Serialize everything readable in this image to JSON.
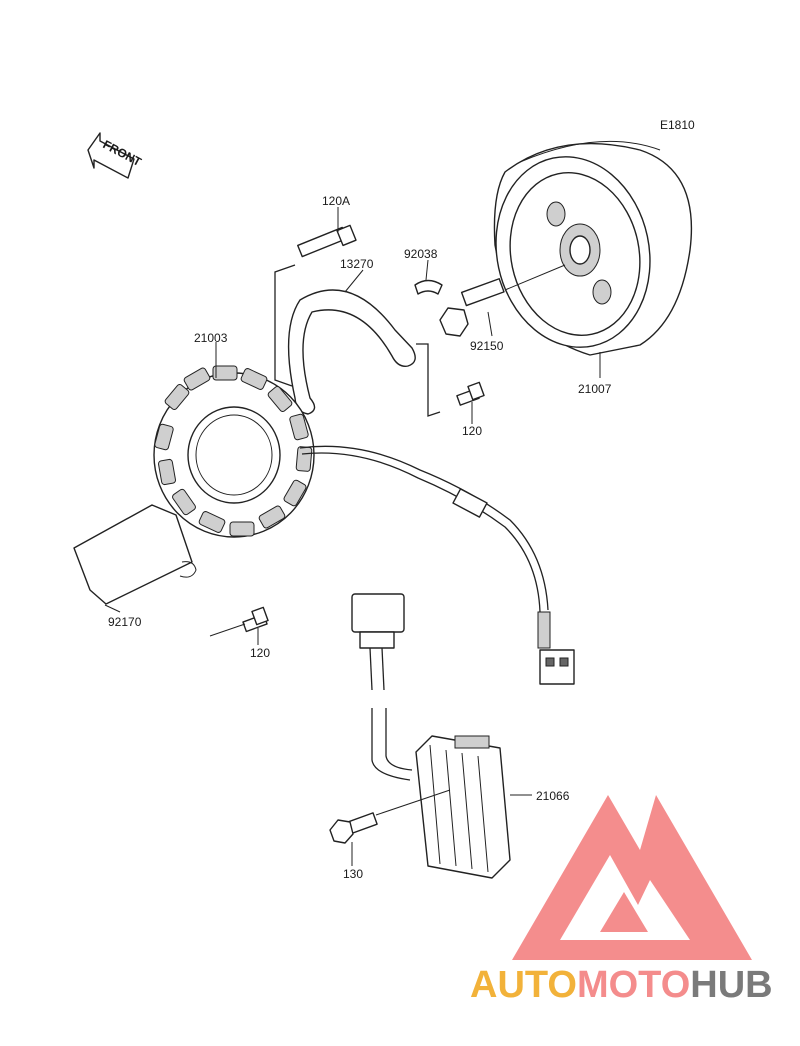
{
  "diagram": {
    "code": "E1810",
    "front_label": "FRONT",
    "parts": {
      "bolt_top": "120A",
      "plate": "13270",
      "key": "92038",
      "stator": "21003",
      "flange_bolt": "92150",
      "rotor": "21007",
      "bolt_right": "120",
      "cover": "92170",
      "bolt_left": "120",
      "regulator": "21066",
      "reg_bolt": "130"
    }
  },
  "watermark": {
    "auto": "AUTO",
    "moto": "MOTO",
    "hub": "HUB",
    "colors": {
      "auto": "#f2b23a",
      "moto": "#f48c8c",
      "hub": "#7a7a7a",
      "logo": "#f37a7a"
    }
  }
}
